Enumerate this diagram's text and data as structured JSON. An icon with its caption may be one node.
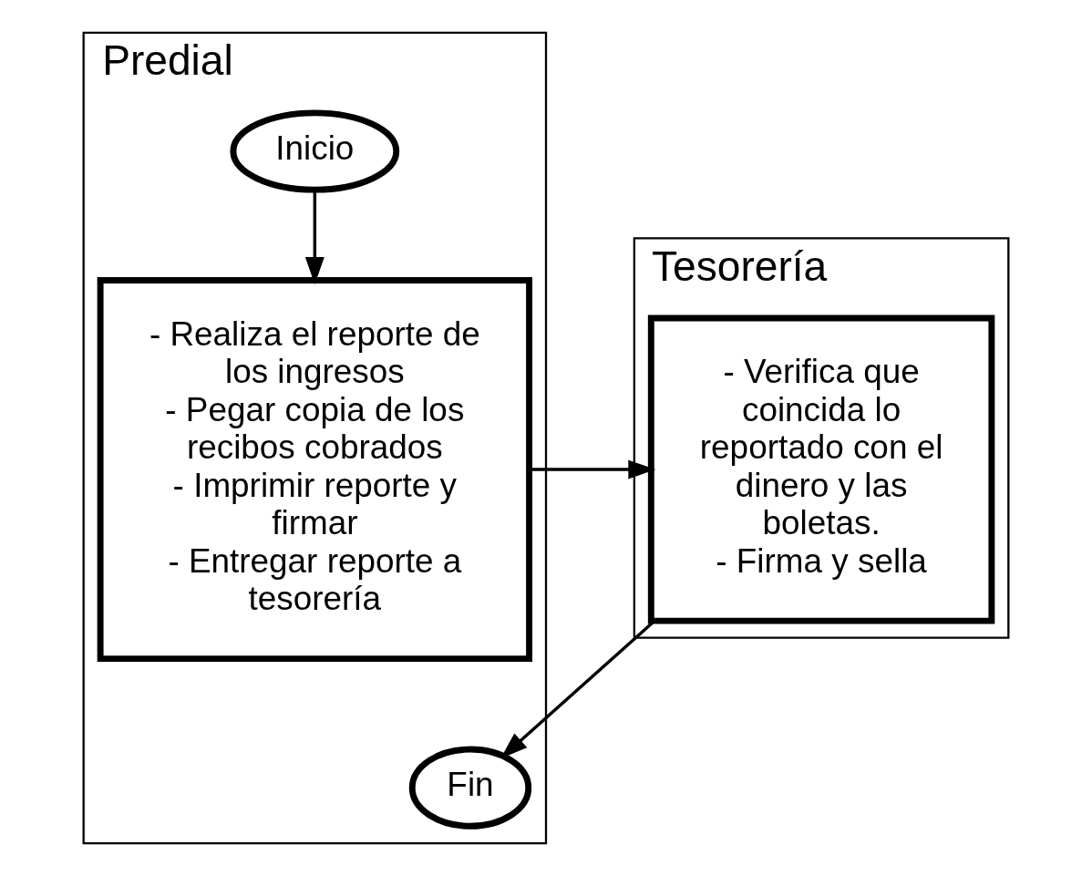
{
  "diagram": {
    "nodes": [
      {
        "text": [
          "Predial"
        ]
      },
      {
        "text": [
          "Tesorería"
        ]
      },
      {
        "text": [
          "Inicio"
        ],
        "in": 0
      },
      {
        "text": [
          "- Realiza el reporte de los ingresos",
          "- Pegar copia de los recibos cobrados",
          "- Imprimir reporte y firmar",
          "- Entregar reporte a tesorería"
        ],
        "in": 0
      },
      {
        "text": [
          "- Verifica que coincida lo reportado con el dinero y las boletas.",
          "- Firma y sella"
        ],
        "in": 1
      },
      {
        "text": [
          "Fin"
        ],
        "in": 0
      }
    ],
    "edges": [
      {
        "from": 2,
        "to": 3,
        "arrow": "to"
      },
      {
        "from": 3,
        "to": 4,
        "arrow": "to"
      },
      {
        "from": 4,
        "to": 5,
        "arrow": "to"
      }
    ]
  }
}
